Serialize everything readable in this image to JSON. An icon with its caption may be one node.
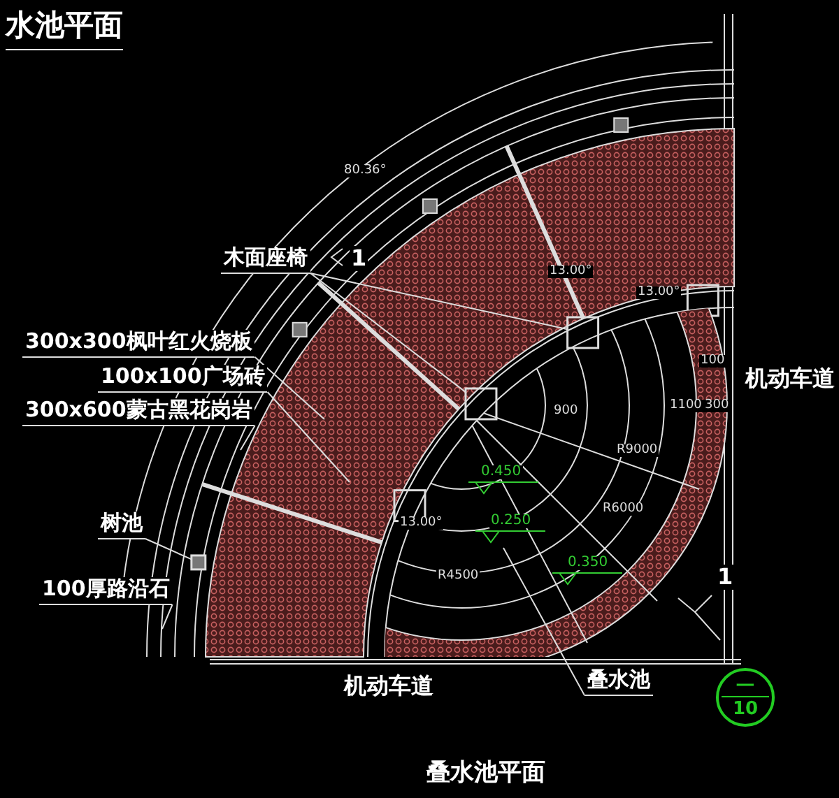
{
  "diagram": {
    "title": "水池平面",
    "caption": "叠水池平面",
    "nodes": [
      {
        "text": [
          "木面座椅"
        ]
      },
      {
        "text": [
          "300x300枫叶红火烧板"
        ]
      },
      {
        "text": [
          "100x100广场砖"
        ]
      },
      {
        "text": [
          "300x600蒙古黑花岗岩"
        ]
      },
      {
        "text": [
          "树池"
        ]
      },
      {
        "text": [
          "100厚路沿石"
        ]
      },
      {
        "text": [
          "叠水池"
        ]
      },
      {
        "text": [
          "一",
          "10"
        ]
      },
      {
        "text": [],
        "shape": "box"
      },
      {
        "text": [],
        "shape": "box"
      },
      {
        "text": [],
        "shape": "box"
      }
    ],
    "edges": [
      {
        "from": 0,
        "to": 9,
        "arrow": "none"
      },
      {
        "from": 0,
        "to": 10,
        "arrow": "none"
      },
      {
        "from": 1,
        "to": null,
        "arrow": "none"
      },
      {
        "from": 2,
        "to": null,
        "arrow": "none"
      },
      {
        "from": 3,
        "to": null,
        "arrow": "none"
      },
      {
        "from": 4,
        "to": 8,
        "arrow": "none"
      },
      {
        "from": 5,
        "to": null,
        "arrow": "none"
      },
      {
        "from": 6,
        "to": null,
        "arrow": "none"
      }
    ],
    "labels": [
      "1",
      "80.36°",
      "13.00°",
      "13.00°",
      "13.00°",
      "100",
      "1100",
      "300",
      "R9000",
      "R6000",
      "R4500",
      "900",
      "0.450",
      "0.250",
      "0.350",
      "1",
      "机动车道",
      "机动车道"
    ]
  }
}
